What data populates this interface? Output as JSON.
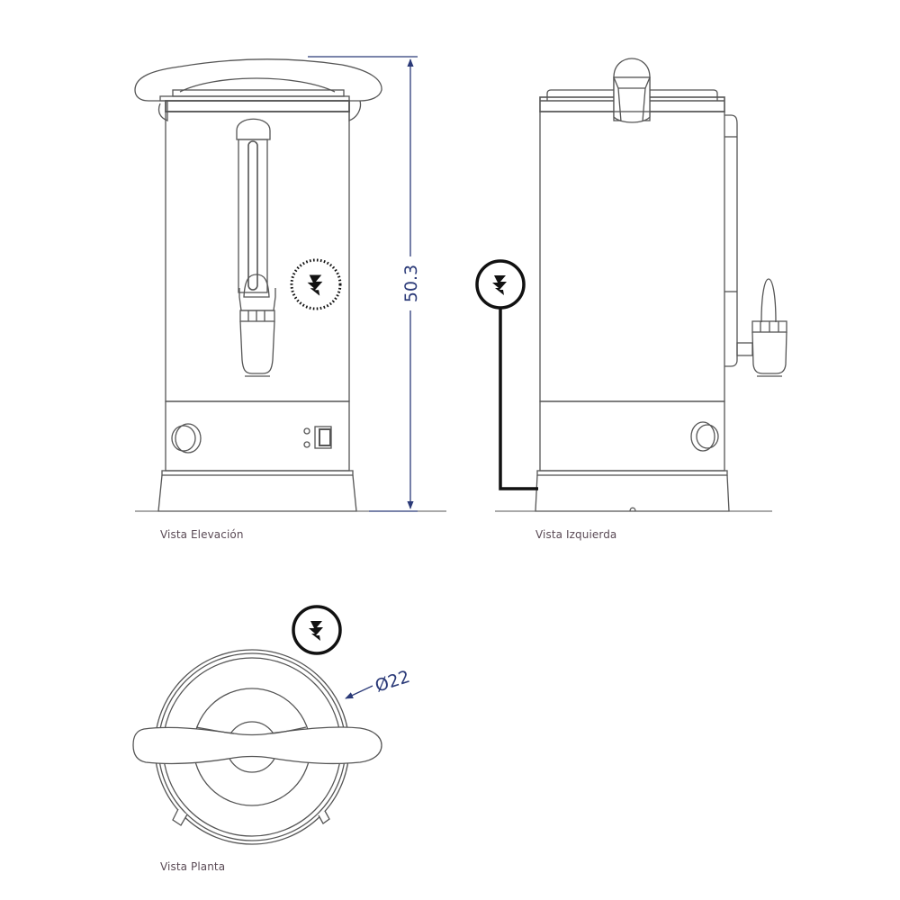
{
  "drawing": {
    "views": [
      {
        "id": "elevation",
        "label": "Vista Elevación"
      },
      {
        "id": "left",
        "label": "Vista Izquierda"
      },
      {
        "id": "plan",
        "label": "Vista Planta"
      }
    ],
    "dimensions": {
      "height": {
        "value": "50.3"
      },
      "diameter": {
        "value": "Ø22"
      }
    },
    "symbols": {
      "power_symbol_icon": "lightning-bolt-in-circle"
    },
    "colors": {
      "line": "#555555",
      "dimension": "#2b3a78",
      "symbol": "#111111",
      "label_text": "#5a4a55"
    }
  }
}
